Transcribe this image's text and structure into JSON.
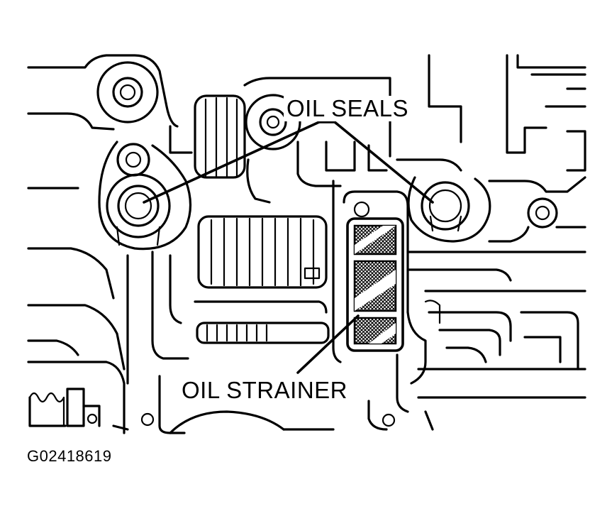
{
  "labels": {
    "oil_seals": "OIL SEALS",
    "oil_strainer": "OIL STRAINER"
  },
  "figure_id": "G02418619"
}
